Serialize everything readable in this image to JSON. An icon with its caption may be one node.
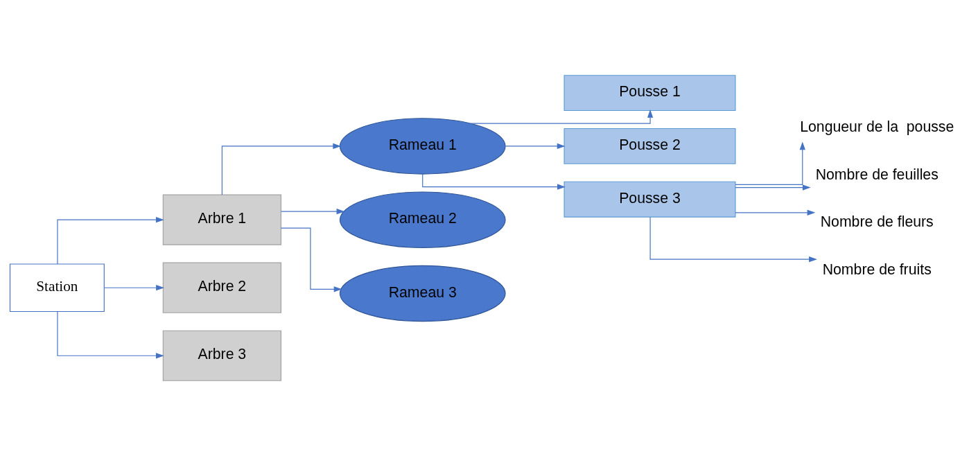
{
  "diagram": {
    "nodes": [
      {
        "text": [
          "Station"
        ]
      },
      {
        "text": [
          "Arbre 1"
        ]
      },
      {
        "text": [
          "Arbre 2"
        ]
      },
      {
        "text": [
          "Arbre 3"
        ]
      },
      {
        "text": [
          "Rameau 1"
        ]
      },
      {
        "text": [
          "Rameau 2"
        ]
      },
      {
        "text": [
          "Rameau 3"
        ]
      },
      {
        "text": [
          "Pousse 1"
        ]
      },
      {
        "text": [
          "Pousse 2"
        ]
      },
      {
        "text": [
          "Pousse 3"
        ]
      },
      {
        "text": [
          "Longueur de la  pousse"
        ]
      },
      {
        "text": [
          "Nombre de feuilles"
        ]
      },
      {
        "text": [
          "Nombre de fleurs"
        ]
      },
      {
        "text": [
          "Nombre de fruits"
        ]
      }
    ],
    "edges": [
      {
        "from": 0,
        "to": 1,
        "arrow": "to"
      },
      {
        "from": 0,
        "to": 2,
        "arrow": "to"
      },
      {
        "from": 0,
        "to": 3,
        "arrow": "to"
      },
      {
        "from": 1,
        "to": 4,
        "arrow": "to"
      },
      {
        "from": 1,
        "to": 5,
        "arrow": "to"
      },
      {
        "from": 1,
        "to": 6,
        "arrow": "to"
      },
      {
        "from": 4,
        "to": 7,
        "arrow": "to"
      },
      {
        "from": 4,
        "to": 8,
        "arrow": "to"
      },
      {
        "from": 4,
        "to": 9,
        "arrow": "to"
      },
      {
        "from": 9,
        "to": 10,
        "arrow": "to"
      },
      {
        "from": 9,
        "to": 11,
        "arrow": "to"
      },
      {
        "from": 9,
        "to": 12,
        "arrow": "to"
      },
      {
        "from": 9,
        "to": 13,
        "arrow": "to"
      }
    ]
  }
}
